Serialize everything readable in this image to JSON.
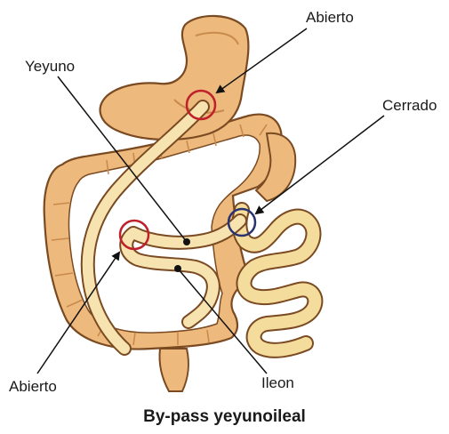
{
  "labels": {
    "abierto_top": "Abierto",
    "yeyuno": "Yeyuno",
    "cerrado": "Cerrado",
    "abierto_bottom": "Abierto",
    "ileon": "Ileon"
  },
  "caption": "By-pass yeyunoileal",
  "colors": {
    "organ_fill": "#edb97c",
    "organ_dark": "#c98a4e",
    "organ_outline": "#7a4a22",
    "bypass_fill": "#f7e3b0",
    "ileum_fill": "#f3dc9c",
    "open_circle": "#c0202a",
    "closed_circle": "#2a3370",
    "pointer": "#111111"
  }
}
